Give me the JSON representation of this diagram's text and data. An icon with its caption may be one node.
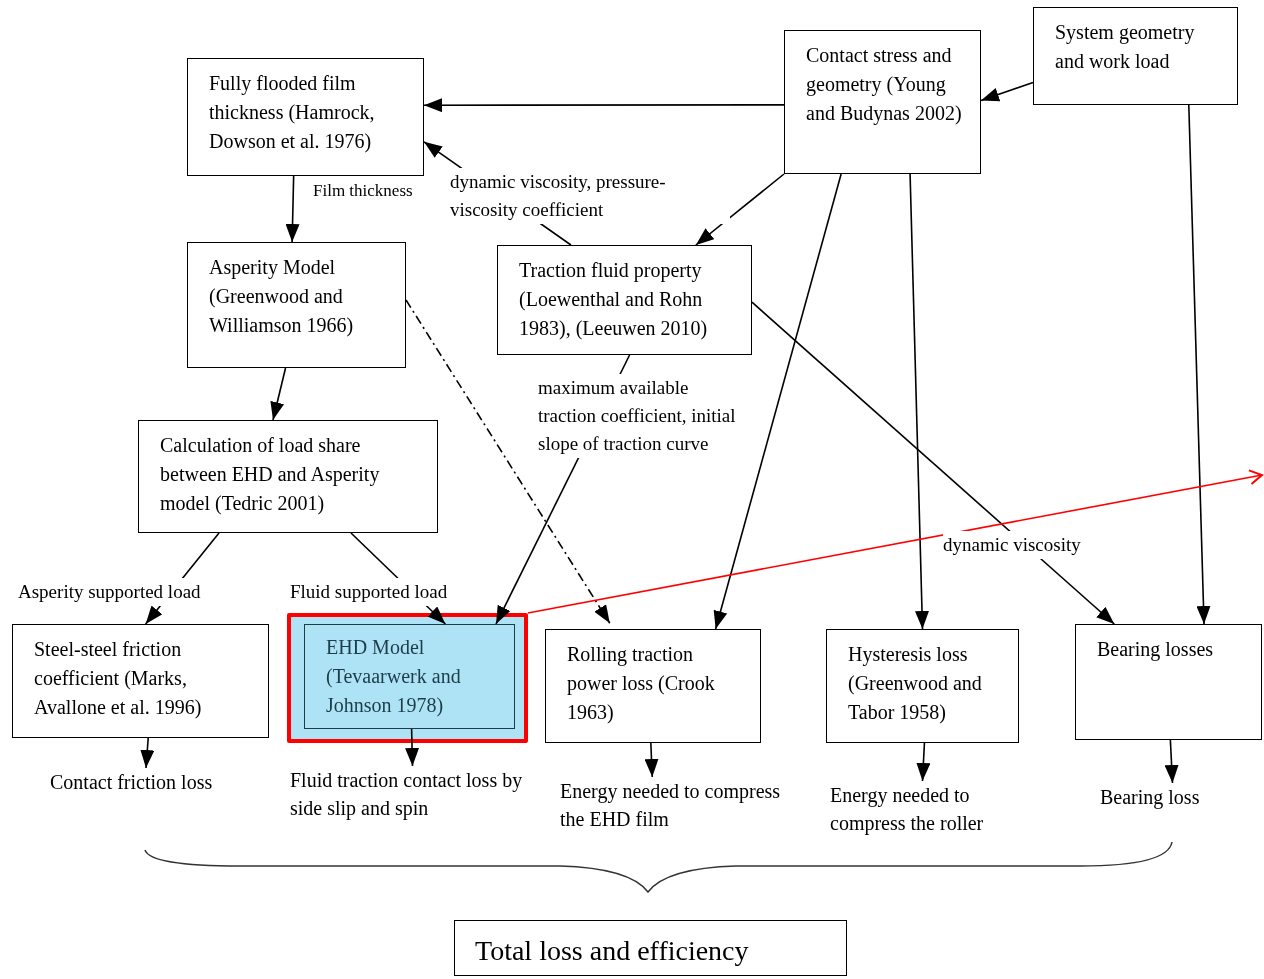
{
  "diagram": {
    "nodes": [
      {
        "text": [
          "Fully flooded film thickness (Hamrock, Dowson et al. 1976)"
        ]
      },
      {
        "text": [
          "Contact stress and geometry (Young and Budynas 2002)"
        ]
      },
      {
        "text": [
          "System geometry and work load"
        ]
      },
      {
        "text": [
          "Asperity Model (Greenwood and Williamson 1966)"
        ]
      },
      {
        "text": [
          "Traction fluid property (Loewenthal and Rohn 1983), (Leeuwen 2010)"
        ]
      },
      {
        "text": [
          "Calculation of load share between EHD and Asperity model (Tedric 2001)"
        ]
      },
      {
        "text": [
          "Steel-steel friction coefficient (Marks, Avallone et al. 1996)"
        ]
      },
      {
        "text": [],
        "shape": "box"
      },
      {
        "text": [
          "EHD Model (Tevaarwerk and Johnson 1978)"
        ],
        "in": 7
      },
      {
        "text": [
          "Rolling traction power loss (Crook 1963)"
        ]
      },
      {
        "text": [
          "Hysteresis loss (Greenwood and Tabor 1958)"
        ]
      },
      {
        "text": [
          "Bearing losses"
        ]
      },
      {
        "text": [
          "Contact friction loss"
        ]
      },
      {
        "text": [
          "Fluid traction contact loss by side slip and spin"
        ]
      },
      {
        "text": [
          "Energy needed to compress the EHD film"
        ]
      },
      {
        "text": [
          "Energy needed to compress the roller"
        ]
      },
      {
        "text": [
          "Bearing loss"
        ]
      },
      {
        "text": [
          "Total loss and efficiency"
        ]
      }
    ],
    "edges": [
      {
        "from": 1,
        "to": 0,
        "arrow": "to"
      },
      {
        "from": 4,
        "to": 0,
        "arrow": "to",
        "label": "dynamic viscosity, pressure-viscosity coefficient"
      },
      {
        "from": 2,
        "to": 1,
        "arrow": "to"
      },
      {
        "from": 1,
        "to": 4,
        "arrow": "to"
      },
      {
        "from": 0,
        "to": 3,
        "arrow": "to",
        "label": "Film thickness"
      },
      {
        "from": 3,
        "to": 5,
        "arrow": "to"
      },
      {
        "from": 3,
        "to": 9,
        "arrow": "to",
        "style": "dashed"
      },
      {
        "from": 5,
        "to": 6,
        "arrow": "to",
        "label": "Asperity supported load"
      },
      {
        "from": 5,
        "to": 8,
        "arrow": "to",
        "label": "Fluid supported load"
      },
      {
        "from": 4,
        "to": 8,
        "arrow": "to",
        "label": "maximum available traction coefficient, initial slope of traction curve"
      },
      {
        "from": 1,
        "to": 9,
        "arrow": "to"
      },
      {
        "from": 1,
        "to": 10,
        "arrow": "to"
      },
      {
        "from": 4,
        "to": 11,
        "arrow": "to",
        "label": "dynamic viscosity"
      },
      {
        "from": 2,
        "to": 11,
        "arrow": "to"
      },
      {
        "from": 6,
        "to": 12,
        "arrow": "to"
      },
      {
        "from": 8,
        "to": 13,
        "arrow": "to"
      },
      {
        "from": 9,
        "to": 14,
        "arrow": "to"
      },
      {
        "from": 10,
        "to": 15,
        "arrow": "to"
      },
      {
        "from": 11,
        "to": 16,
        "arrow": "to"
      },
      {
        "from": 7,
        "to": null,
        "arrow": "to",
        "color": "#ff0000"
      }
    ]
  }
}
